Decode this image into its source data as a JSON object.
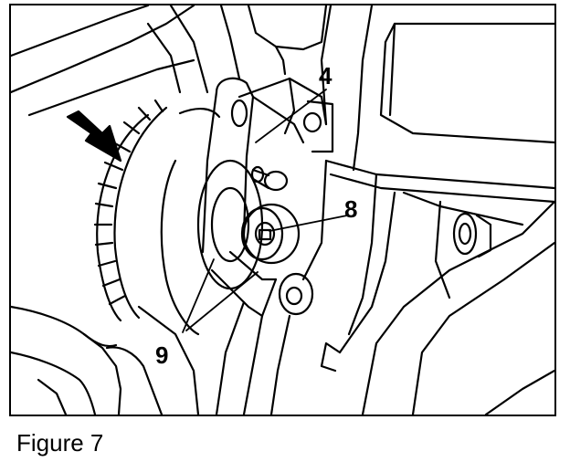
{
  "caption": "Figure 7",
  "callouts": {
    "label_4": "4",
    "label_8": "8",
    "label_9": "9"
  },
  "colors": {
    "ink": "#000000",
    "paper": "#ffffff"
  }
}
